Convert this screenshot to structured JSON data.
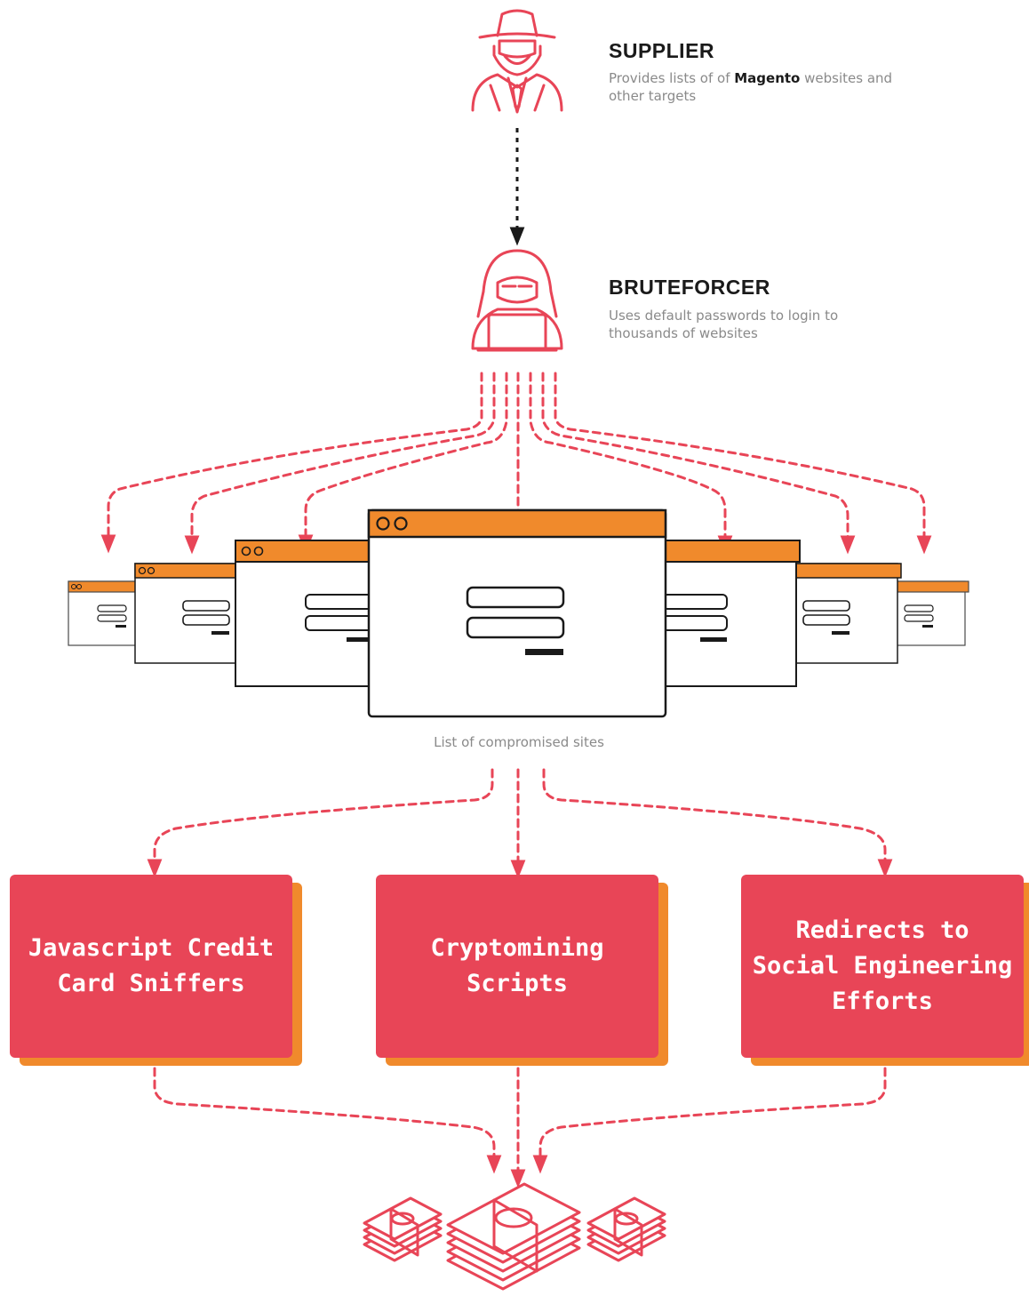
{
  "colors": {
    "accent_red": "#e84557",
    "accent_orange": "#f08a2c",
    "stroke_dark": "#1a1a1a",
    "muted_text": "#8a8a8a"
  },
  "supplier": {
    "title": "SUPPLIER",
    "description_prefix": "Provides lists of of ",
    "description_bold": "Magento",
    "description_suffix": " websites and other targets",
    "icon": "spy-hat-icon"
  },
  "bruteforcer": {
    "title": "BRUTEFORCER",
    "description": "Uses default passwords to login to thousands of websites",
    "icon": "hooded-hacker-icon"
  },
  "compromised_sites": {
    "caption": "List of compromised sites",
    "icon": "browser-login-window-icon"
  },
  "outcomes": [
    {
      "label": "Javascript Credit Card Sniffers"
    },
    {
      "label": "Cryptomining Scripts"
    },
    {
      "label": "Redirects to Social Engineering Efforts"
    }
  ],
  "result": {
    "icon": "money-stack-icon"
  }
}
